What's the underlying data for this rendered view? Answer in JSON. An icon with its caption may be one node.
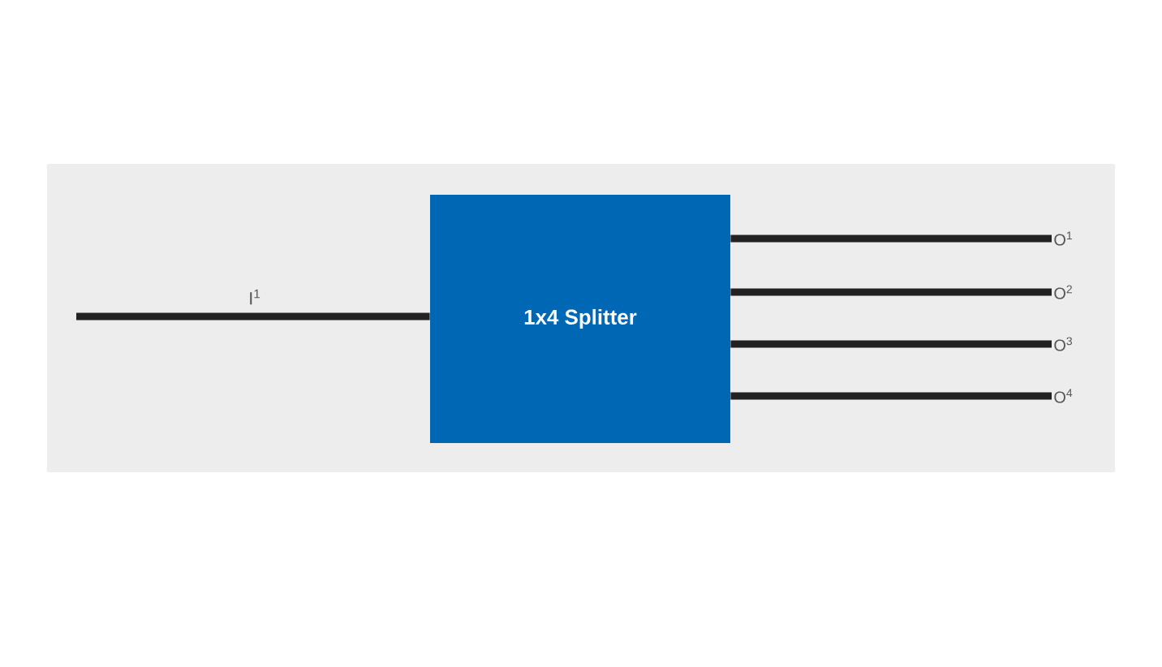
{
  "diagram": {
    "nodes": [
      {
        "text": [
          "1x4 Splitter"
        ]
      },
      {
        "text": [
          "O$^{1}$"
        ]
      },
      {
        "text": [
          "O$^{2}$"
        ]
      },
      {
        "text": [
          "O$^{3}$"
        ]
      },
      {
        "text": [
          "O$^{4}$"
        ]
      }
    ],
    "edges": [
      {
        "from": null,
        "to": 0,
        "arrow": "none",
        "label": "I$^{1}$"
      },
      {
        "from": 0,
        "to": 1,
        "arrow": "none"
      },
      {
        "from": 0,
        "to": 2,
        "arrow": "none"
      },
      {
        "from": 0,
        "to": 3,
        "arrow": "none"
      },
      {
        "from": 0,
        "to": 4,
        "arrow": "none"
      }
    ]
  }
}
